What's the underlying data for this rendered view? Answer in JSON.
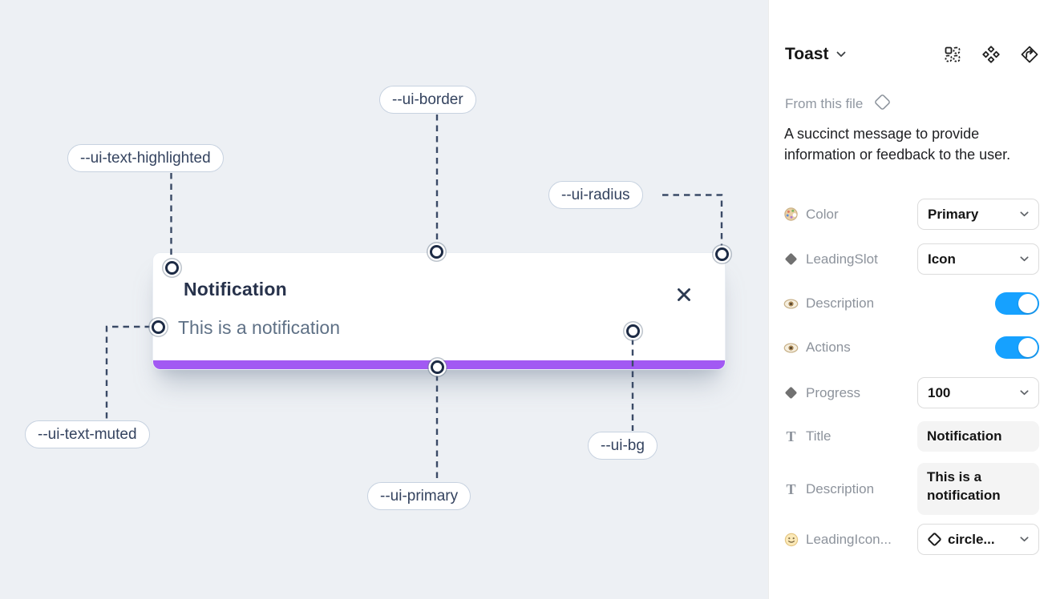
{
  "canvas": {
    "toast": {
      "title": "Notification",
      "description": "This is a notification"
    },
    "callouts": [
      {
        "label": "--ui-text-highlighted"
      },
      {
        "label": "--ui-border"
      },
      {
        "label": "--ui-radius"
      },
      {
        "label": "--ui-text-muted"
      },
      {
        "label": "--ui-primary"
      },
      {
        "label": "--ui-bg"
      }
    ],
    "colors": {
      "canvas_bg": "#edf0f4",
      "progress_bar": "#a259f3",
      "toast_title_text": "#27324b",
      "toast_muted_text": "#5f7186",
      "connector": "#3a4a66"
    }
  },
  "panel": {
    "title": "Toast",
    "source_label": "From this file",
    "description": "A succinct message to provide information or feedback to the user.",
    "header_icons": [
      {
        "name": "component-props-icon"
      },
      {
        "name": "component-icon"
      },
      {
        "name": "go-to-main-component-icon"
      }
    ],
    "accent_toggle_color": "#16a1ff",
    "rows": [
      {
        "icon": "palette-icon",
        "label": "Color",
        "type": "select",
        "value": "Primary"
      },
      {
        "icon": "diamond-icon",
        "label": "LeadingSlot",
        "type": "select",
        "value": "Icon"
      },
      {
        "icon": "eye-icon",
        "label": "Description",
        "type": "toggle",
        "value": "on"
      },
      {
        "icon": "eye-icon",
        "label": "Actions",
        "type": "toggle",
        "value": "on"
      },
      {
        "icon": "diamond-icon",
        "label": "Progress",
        "type": "select",
        "value": "100"
      },
      {
        "icon": "text-icon",
        "label": "Title",
        "type": "text",
        "value": "Notification"
      },
      {
        "icon": "text-icon",
        "label": "Description",
        "type": "text",
        "value": "This is a notification"
      },
      {
        "icon": "smiley-icon",
        "label": "LeadingIcon...",
        "type": "icon-select",
        "value": "circle..."
      }
    ]
  }
}
